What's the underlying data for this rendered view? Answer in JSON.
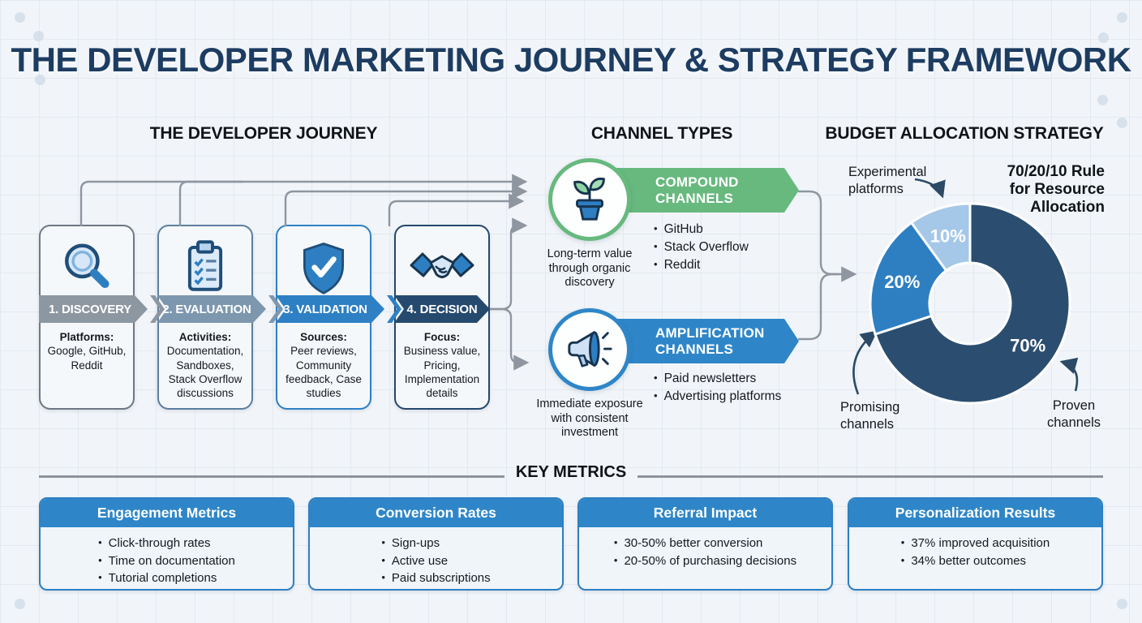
{
  "title": "THE DEVELOPER MARKETING JOURNEY & STRATEGY FRAMEWORK",
  "palette": {
    "accent_blue": "#2e86c8",
    "navy": "#274a6e",
    "green": "#67b97e",
    "connector_gray": "#8f96a0",
    "arrow_navy": "#2c4a66"
  },
  "sections": {
    "journey": {
      "heading": "THE DEVELOPER JOURNEY",
      "steps": [
        {
          "banner": "1. DISCOVERY",
          "icon": "magnifier-icon",
          "banner_color": "#8d97a1",
          "border_color": "#6e7884",
          "detail_label": "Platforms:",
          "detail_text": "Google, GitHub, Reddit"
        },
        {
          "banner": "2. EVALUATION",
          "icon": "clipboard-icon",
          "banner_color": "#7d97ae",
          "border_color": "#5c7f9e",
          "detail_label": "Activities:",
          "detail_text": "Documentation, Sandboxes, Stack Overflow discussions"
        },
        {
          "banner": "3. VALIDATION",
          "icon": "shield-check-icon",
          "banner_color": "#2e80c4",
          "border_color": "#2e80c4",
          "detail_label": "Sources:",
          "detail_text": "Peer reviews, Community feedback, Case studies"
        },
        {
          "banner": "4. DECISION",
          "icon": "handshake-icon",
          "banner_color": "#264a6e",
          "border_color": "#24476b",
          "detail_label": "Focus:",
          "detail_text": "Business value, Pricing, Implementation details"
        }
      ]
    },
    "channels": {
      "heading": "CHANNEL TYPES",
      "items": [
        {
          "title_lines": [
            "COMPOUND",
            "CHANNELS"
          ],
          "color": "#67b97e",
          "icon": "plant-icon",
          "caption": "Long-term value through organic discovery",
          "bullets": [
            "GitHub",
            "Stack Overflow",
            "Reddit"
          ]
        },
        {
          "title_lines": [
            "AMPLIFICATION",
            "CHANNELS"
          ],
          "color": "#2e86c8",
          "icon": "megaphone-icon",
          "caption": "Immediate exposure with consistent investment",
          "bullets": [
            "Paid newsletters",
            "Advertising platforms"
          ]
        }
      ]
    },
    "budget": {
      "heading": "BUDGET ALLOCATION STRATEGY",
      "rule_lines": [
        "70/20/10 Rule",
        "for Resource",
        "Allocation"
      ],
      "labels": {
        "experimental": "Experimental platforms",
        "promising": "Promising channels",
        "proven": "Proven channels"
      }
    },
    "metrics": {
      "heading": "KEY METRICS",
      "boxes": [
        {
          "title": "Engagement Metrics",
          "bullets": [
            "Click-through rates",
            "Time on documentation",
            "Tutorial completions"
          ]
        },
        {
          "title": "Conversion Rates",
          "bullets": [
            "Sign-ups",
            "Active use",
            "Paid subscriptions"
          ]
        },
        {
          "title": "Referral Impact",
          "bullets": [
            "30-50% better conversion",
            "20-50% of purchasing decisions"
          ]
        },
        {
          "title": "Personalization Results",
          "bullets": [
            "37% improved acquisition",
            "34% better outcomes"
          ]
        }
      ]
    }
  },
  "chart_data": {
    "type": "pie",
    "donut": true,
    "title": "70/20/10 Rule for Resource Allocation",
    "labels": [
      "Proven channels",
      "Promising channels",
      "Experimental platforms"
    ],
    "values": [
      70,
      20,
      10
    ],
    "percent_labels": [
      "70%",
      "20%",
      "10%"
    ],
    "colors": [
      "#2b4e70",
      "#2e7fc2",
      "#a5c8e8"
    ],
    "start_angle_deg": -90,
    "direction": "clockwise",
    "legend_position": "none"
  }
}
